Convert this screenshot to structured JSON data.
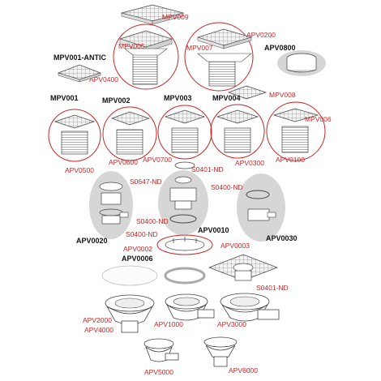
{
  "labels_black": {
    "mpv001_antic": "MPV001-ANTIC",
    "apv0800": "APV0800",
    "mpv001": "MPV001",
    "mpv002": "MPV002",
    "mpv003": "MPV003",
    "mpv004": "MPV004",
    "apv0010": "APV0010",
    "apv0020": "APV0020",
    "apv0030": "APV0030",
    "apv0006": "APV0006"
  },
  "labels_red": {
    "mpv009": "MPV009",
    "apv0200": "APV0200",
    "mpv005": "MPV005",
    "mpv007": "MPV007",
    "apv0400": "APV0400",
    "mpv008": "MPV008",
    "mpv006": "MPV006",
    "apv0700": "APV0700",
    "s0401_nd_a": "S0401-ND",
    "apv0300": "APV0300",
    "apv0100": "APV0100",
    "apv0500": "APV0500",
    "apv0600": "APV0600",
    "s0647_nd": "S0647-ND",
    "s0400_nd_a": "S0400-ND",
    "s0400_nd_b": "S0400-ND",
    "s0400_nd_c": "S0400-ND",
    "apv0002": "APV0002",
    "apv0003": "APV0003",
    "s0401_nd_b": "S0401-ND",
    "apv2000": "APV2000",
    "apv4000": "APV4000",
    "apv1000": "APV1000",
    "apv3000": "APV3000",
    "apv5000": "APV5000",
    "apv6000": "APV6000"
  },
  "colors": {
    "label_red": "#c62828",
    "label_black": "#111111",
    "highlight_grey": "#d6d6d6"
  }
}
